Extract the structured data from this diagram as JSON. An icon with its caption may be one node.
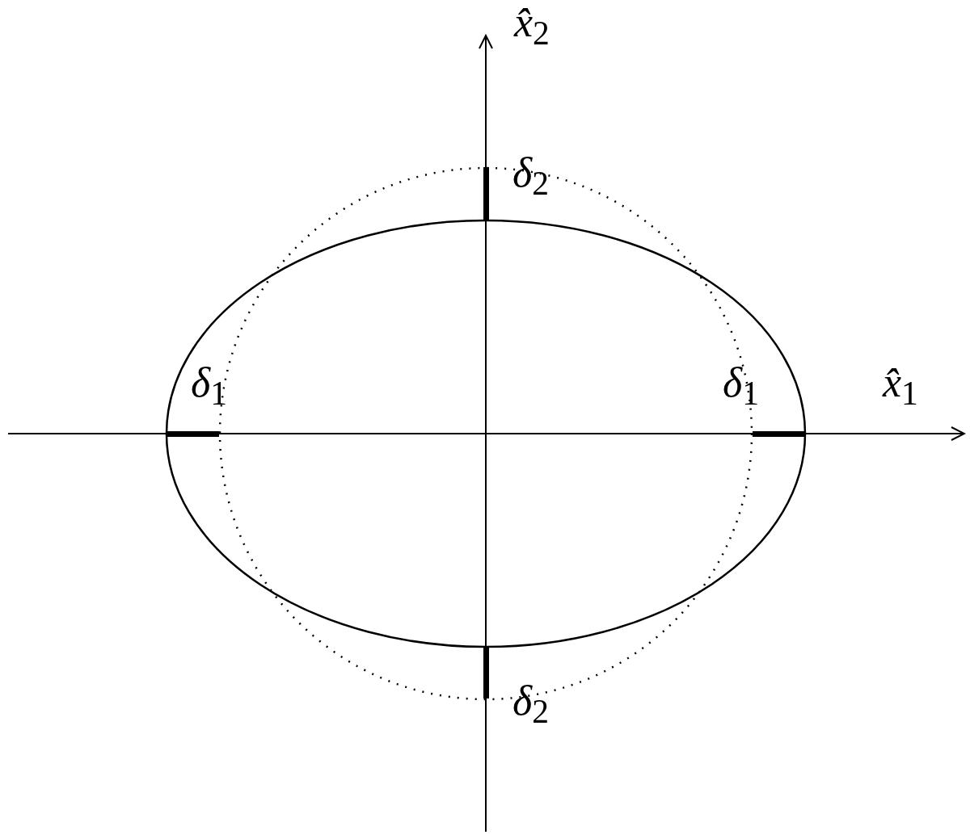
{
  "diagram": {
    "labels": [
      "*x̂*$_{2}$",
      "*δ*$_{2}$",
      "*δ*$_{1}$",
      "*δ*$_{1}$",
      "*x̂*$_{1}$",
      "*δ*$_{2}$"
    ]
  }
}
